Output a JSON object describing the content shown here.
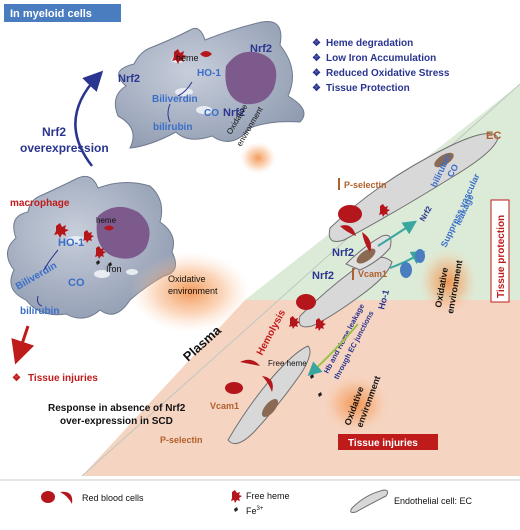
{
  "header": {
    "title": "In myeloid cells"
  },
  "top_cell": {
    "nrf2_left": "Nrf2",
    "nrf2_nucleus": "Nrf2",
    "nrf2_lower": "Nrf2",
    "heme": "heme",
    "ho1": "HO-1",
    "biliverdin": "Biliverdin",
    "co": "CO",
    "bilirubin": "bilirubin"
  },
  "benefits": [
    "Heme degradation",
    "Low Iron Accumulation",
    "Reduced Oxidative Stress",
    "Tissue Protection"
  ],
  "overexpression": {
    "line1": "Nrf2",
    "line2": "overexpression"
  },
  "oxidative_env_top": {
    "line1": "Oxidative",
    "line2": "environment"
  },
  "macrophage": {
    "label": "macrophage",
    "heme": "heme",
    "ho1": "HO-1",
    "iron": "Iron",
    "biliverdin": "Biliverdin",
    "co": "CO",
    "bilirubin": "bilirubin"
  },
  "oxidative_env_mid": {
    "line1": "Oxidative",
    "line2": "environment"
  },
  "tissue_injuries_left": "Tissue injuries",
  "response": {
    "line1": "Response in absence of Nrf2",
    "line2": "over-expression in SCD"
  },
  "plasma": "Plasma",
  "ec_panel": {
    "ec": "EC",
    "p_selectin_top": "P-selectin",
    "bilirubin": "bilirubin",
    "co": "CO",
    "nrf2_ec": "Nrf2",
    "suppress_line1": "Suppress vascular",
    "suppress_line2": "leakage",
    "tissue_protection": "Tissue protection",
    "nrf2_a": "Nrf2",
    "nrf2_b": "Nrf2",
    "vcam1_top": "Vcam1",
    "ho1": "Ho-1",
    "oxidative_right_line1": "Oxidative",
    "oxidative_right_line2": "environment",
    "hemolysis": "Hemolysis",
    "leak_line1": "Hb and Heme leakage",
    "leak_line2": "through EC junctions",
    "free_heme": "Free heme",
    "vcam1_bottom": "Vcam1",
    "p_selectin_bottom": "P-selectin",
    "oxidative_bottom_line1": "Oxidative",
    "oxidative_bottom_line2": "environment",
    "tissue_injuries": "Tissue injuries"
  },
  "legend": {
    "rbc": "Red blood cells",
    "free_heme": "Free heme",
    "fe": "Fe",
    "fe_sup": "3+",
    "endothelial": "Endothelial cell: EC"
  },
  "colors": {
    "header_bg": "#4a7dc0",
    "navy_text": "#2a3590",
    "blue_text": "#3a6ec8",
    "red_text": "#c01b1b",
    "orange_text": "#b0602c",
    "green_bg": "#dcebd8",
    "peach_bg": "#f6d4c2",
    "cell_fill": "#a9b3c4",
    "nucleus_fill": "#7c5a8c",
    "glow": "#f0883c"
  }
}
